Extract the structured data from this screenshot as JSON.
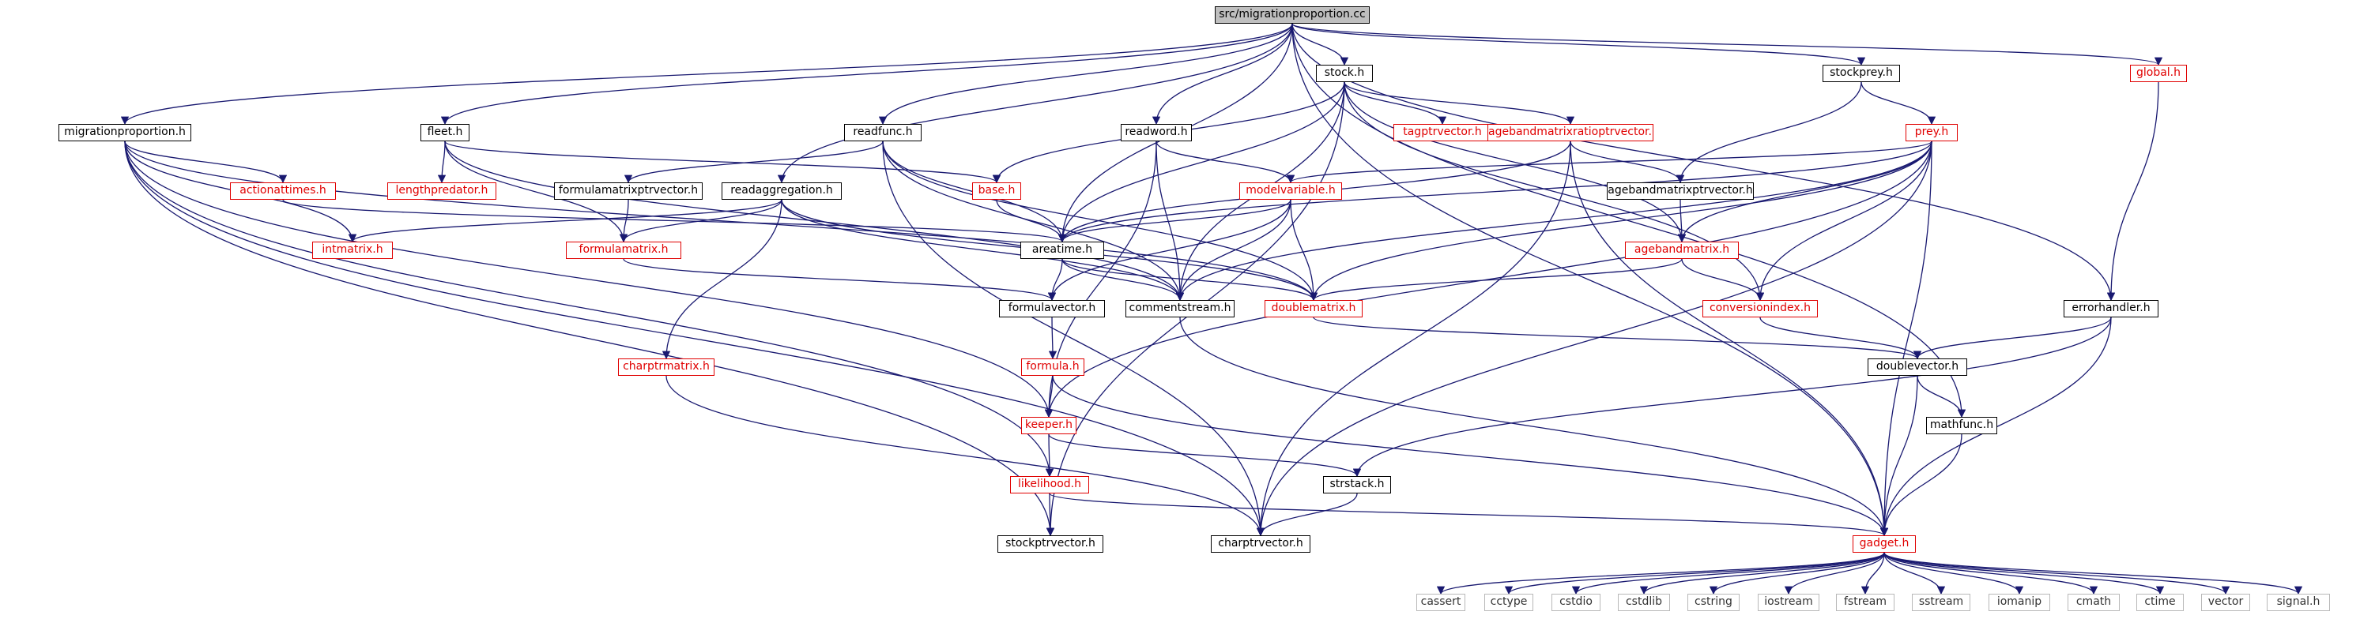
{
  "diagram": {
    "edge_color": "#191970",
    "nodes": [
      {
        "id": "root",
        "label": "src/migrationproportion.cc",
        "style": "root"
      },
      {
        "id": "mig",
        "label": "migrationproportion.h",
        "style": "black"
      },
      {
        "id": "fleet",
        "label": "fleet.h",
        "style": "black"
      },
      {
        "id": "readfunc",
        "label": "readfunc.h",
        "style": "black"
      },
      {
        "id": "readaggr",
        "label": "readaggregation.h",
        "style": "black"
      },
      {
        "id": "readword",
        "label": "readword.h",
        "style": "black"
      },
      {
        "id": "stock",
        "label": "stock.h",
        "style": "black"
      },
      {
        "id": "stockprey",
        "label": "stockprey.h",
        "style": "black"
      },
      {
        "id": "global",
        "label": "global.h",
        "style": "red"
      },
      {
        "id": "actiontimes",
        "label": "actionattimes.h",
        "style": "red"
      },
      {
        "id": "lengthpred",
        "label": "lengthpredator.h",
        "style": "red"
      },
      {
        "id": "fmptrvec",
        "label": "formulamatrixptrvector.h",
        "style": "black"
      },
      {
        "id": "base",
        "label": "base.h",
        "style": "red"
      },
      {
        "id": "tagptr",
        "label": "tagptrvector.h",
        "style": "red"
      },
      {
        "id": "abmratio",
        "label": "agebandmatrixratioptrvector.h",
        "style": "red"
      },
      {
        "id": "prey",
        "label": "prey.h",
        "style": "red"
      },
      {
        "id": "modelvar",
        "label": "modelvariable.h",
        "style": "red"
      },
      {
        "id": "abmptrvec",
        "label": "agebandmatrixptrvector.h",
        "style": "black"
      },
      {
        "id": "intmatrix",
        "label": "intmatrix.h",
        "style": "red"
      },
      {
        "id": "formulamatrix",
        "label": "formulamatrix.h",
        "style": "red"
      },
      {
        "id": "areatime",
        "label": "areatime.h",
        "style": "black"
      },
      {
        "id": "agebandmatrix",
        "label": "agebandmatrix.h",
        "style": "red"
      },
      {
        "id": "formulavector",
        "label": "formulavector.h",
        "style": "black"
      },
      {
        "id": "commentstream",
        "label": "commentstream.h",
        "style": "black"
      },
      {
        "id": "doublematrix",
        "label": "doublematrix.h",
        "style": "red"
      },
      {
        "id": "conversionindex",
        "label": "conversionindex.h",
        "style": "red"
      },
      {
        "id": "errorhandler",
        "label": "errorhandler.h",
        "style": "black"
      },
      {
        "id": "charptrmatrix",
        "label": "charptrmatrix.h",
        "style": "red"
      },
      {
        "id": "formula",
        "label": "formula.h",
        "style": "red"
      },
      {
        "id": "doublevector",
        "label": "doublevector.h",
        "style": "black"
      },
      {
        "id": "keeper",
        "label": "keeper.h",
        "style": "red"
      },
      {
        "id": "mathfunc",
        "label": "mathfunc.h",
        "style": "black"
      },
      {
        "id": "likelihood",
        "label": "likelihood.h",
        "style": "red"
      },
      {
        "id": "strstack",
        "label": "strstack.h",
        "style": "black"
      },
      {
        "id": "stockptrvector",
        "label": "stockptrvector.h",
        "style": "black"
      },
      {
        "id": "charptrvector",
        "label": "charptrvector.h",
        "style": "black"
      },
      {
        "id": "gadget",
        "label": "gadget.h",
        "style": "red"
      },
      {
        "id": "cassert",
        "label": "cassert",
        "style": "gray"
      },
      {
        "id": "cctype",
        "label": "cctype",
        "style": "gray"
      },
      {
        "id": "cstdio",
        "label": "cstdio",
        "style": "gray"
      },
      {
        "id": "cstdlib",
        "label": "cstdlib",
        "style": "gray"
      },
      {
        "id": "cstring",
        "label": "cstring",
        "style": "gray"
      },
      {
        "id": "iostream",
        "label": "iostream",
        "style": "gray"
      },
      {
        "id": "fstream",
        "label": "fstream",
        "style": "gray"
      },
      {
        "id": "sstream",
        "label": "sstream",
        "style": "gray"
      },
      {
        "id": "iomanip",
        "label": "iomanip",
        "style": "gray"
      },
      {
        "id": "cmath",
        "label": "cmath",
        "style": "gray"
      },
      {
        "id": "ctime",
        "label": "ctime",
        "style": "gray"
      },
      {
        "id": "vector",
        "label": "vector",
        "style": "gray"
      },
      {
        "id": "signal",
        "label": "signal.h",
        "style": "gray"
      }
    ],
    "edges": [
      [
        "root",
        "mig"
      ],
      [
        "root",
        "fleet"
      ],
      [
        "root",
        "readfunc"
      ],
      [
        "root",
        "readaggr"
      ],
      [
        "root",
        "readword"
      ],
      [
        "root",
        "stock"
      ],
      [
        "root",
        "stockprey"
      ],
      [
        "root",
        "global"
      ],
      [
        "root",
        "errorhandler"
      ],
      [
        "root",
        "gadget"
      ],
      [
        "root",
        "areatime"
      ],
      [
        "root",
        "mathfunc"
      ],
      [
        "mig",
        "actiontimes"
      ],
      [
        "mig",
        "intmatrix"
      ],
      [
        "mig",
        "keeper"
      ],
      [
        "mig",
        "likelihood"
      ],
      [
        "mig",
        "stockptrvector"
      ],
      [
        "mig",
        "charptrvector"
      ],
      [
        "mig",
        "doublematrix"
      ],
      [
        "fleet",
        "lengthpred"
      ],
      [
        "fleet",
        "base"
      ],
      [
        "fleet",
        "formulamatrix"
      ],
      [
        "fleet",
        "commentstream"
      ],
      [
        "actiontimes",
        "areatime"
      ],
      [
        "readfunc",
        "fmptrvec"
      ],
      [
        "readfunc",
        "areatime"
      ],
      [
        "readfunc",
        "commentstream"
      ],
      [
        "readfunc",
        "doublematrix"
      ],
      [
        "readfunc",
        "charptrvector"
      ],
      [
        "readaggr",
        "intmatrix"
      ],
      [
        "readaggr",
        "formulamatrix"
      ],
      [
        "readaggr",
        "charptrmatrix"
      ],
      [
        "readaggr",
        "commentstream"
      ],
      [
        "readaggr",
        "doublematrix"
      ],
      [
        "readword",
        "modelvar"
      ],
      [
        "readword",
        "commentstream"
      ],
      [
        "readword",
        "keeper"
      ],
      [
        "stock",
        "base"
      ],
      [
        "stock",
        "tagptr"
      ],
      [
        "stock",
        "abmratio"
      ],
      [
        "stock",
        "areatime"
      ],
      [
        "stock",
        "commentstream"
      ],
      [
        "stock",
        "agebandmatrix"
      ],
      [
        "stock",
        "stockptrvector"
      ],
      [
        "stock",
        "conversionindex"
      ],
      [
        "stockprey",
        "prey"
      ],
      [
        "stockprey",
        "abmptrvec"
      ],
      [
        "global",
        "errorhandler"
      ],
      [
        "fmptrvec",
        "formulamatrix"
      ],
      [
        "formulamatrix",
        "formulavector"
      ],
      [
        "base",
        "areatime"
      ],
      [
        "abmratio",
        "abmptrvec"
      ],
      [
        "abmratio",
        "areatime"
      ],
      [
        "abmratio",
        "gadget"
      ],
      [
        "abmratio",
        "charptrvector"
      ],
      [
        "prey",
        "modelvar"
      ],
      [
        "prey",
        "agebandmatrix"
      ],
      [
        "prey",
        "conversionindex"
      ],
      [
        "prey",
        "doublematrix"
      ],
      [
        "prey",
        "commentstream"
      ],
      [
        "prey",
        "areatime"
      ],
      [
        "prey",
        "keeper"
      ],
      [
        "prey",
        "gadget"
      ],
      [
        "prey",
        "charptrvector"
      ],
      [
        "modelvar",
        "areatime"
      ],
      [
        "modelvar",
        "formulavector"
      ],
      [
        "modelvar",
        "commentstream"
      ],
      [
        "modelvar",
        "doublematrix"
      ],
      [
        "abmptrvec",
        "agebandmatrix"
      ],
      [
        "areatime",
        "formulavector"
      ],
      [
        "areatime",
        "commentstream"
      ],
      [
        "areatime",
        "doublematrix"
      ],
      [
        "agebandmatrix",
        "doublematrix"
      ],
      [
        "agebandmatrix",
        "conversionindex"
      ],
      [
        "formulavector",
        "formula"
      ],
      [
        "commentstream",
        "gadget"
      ],
      [
        "doublematrix",
        "doublevector"
      ],
      [
        "conversionindex",
        "doublevector"
      ],
      [
        "errorhandler",
        "doublevector"
      ],
      [
        "errorhandler",
        "strstack"
      ],
      [
        "errorhandler",
        "gadget"
      ],
      [
        "formula",
        "keeper"
      ],
      [
        "formula",
        "gadget"
      ],
      [
        "doublevector",
        "mathfunc"
      ],
      [
        "doublevector",
        "gadget"
      ],
      [
        "keeper",
        "likelihood"
      ],
      [
        "keeper",
        "strstack"
      ],
      [
        "mathfunc",
        "gadget"
      ],
      [
        "likelihood",
        "stockptrvector"
      ],
      [
        "likelihood",
        "gadget"
      ],
      [
        "strstack",
        "charptrvector"
      ],
      [
        "charptrmatrix",
        "charptrvector"
      ],
      [
        "gadget",
        "cassert"
      ],
      [
        "gadget",
        "cctype"
      ],
      [
        "gadget",
        "cstdio"
      ],
      [
        "gadget",
        "cstdlib"
      ],
      [
        "gadget",
        "cstring"
      ],
      [
        "gadget",
        "iostream"
      ],
      [
        "gadget",
        "fstream"
      ],
      [
        "gadget",
        "sstream"
      ],
      [
        "gadget",
        "iomanip"
      ],
      [
        "gadget",
        "cmath"
      ],
      [
        "gadget",
        "ctime"
      ],
      [
        "gadget",
        "vector"
      ],
      [
        "gadget",
        "signal"
      ]
    ]
  }
}
